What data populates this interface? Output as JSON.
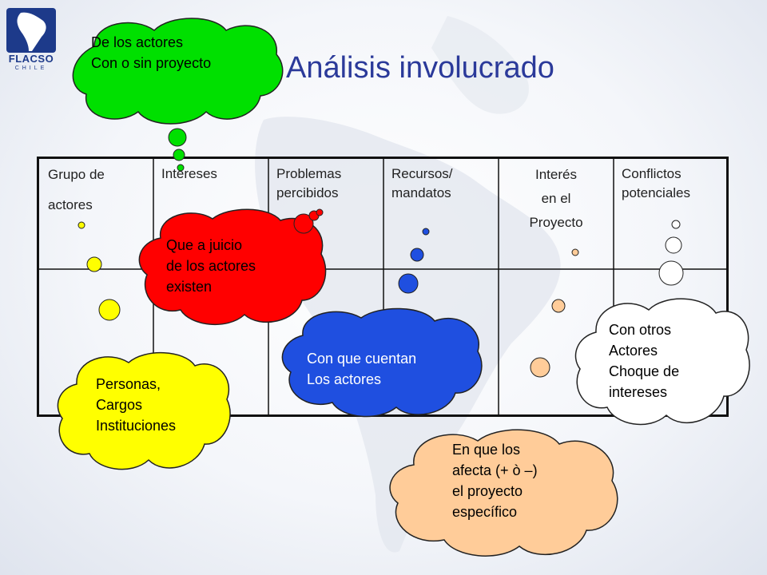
{
  "logo": {
    "name": "FLACSO",
    "sub": "CHILE"
  },
  "title": "Análisis involucrado",
  "table": {
    "headers": [
      {
        "lines": [
          "Grupo de",
          "actores"
        ]
      },
      {
        "lines": [
          "Intereses"
        ]
      },
      {
        "lines": [
          "Problemas",
          "percibidos"
        ]
      },
      {
        "lines": [
          "Recursos/",
          "mandatos"
        ]
      },
      {
        "lines": [
          "Interés",
          "en el",
          "Proyecto"
        ]
      },
      {
        "lines": [
          "Conflictos",
          "potenciales"
        ]
      }
    ]
  },
  "callouts": {
    "green": {
      "lines": [
        "De los actores",
        "Con o sin proyecto"
      ],
      "color": "#00e000"
    },
    "red": {
      "lines": [
        "Que a juicio",
        "de los actores",
        "existen"
      ],
      "color": "#ff0000"
    },
    "yellow": {
      "lines": [
        "Personas,",
        "Cargos",
        "Instituciones"
      ],
      "color": "#ffff00"
    },
    "blue": {
      "lines": [
        "Con que  cuentan",
        "Los actores"
      ],
      "color": "#1f4fe0"
    },
    "peach": {
      "lines": [
        "En que los",
        "afecta (+ ò –)",
        "el proyecto",
        "específico"
      ],
      "color": "#ffcc99"
    },
    "white": {
      "lines": [
        "Con otros",
        "Actores",
        "Choque de",
        "intereses"
      ],
      "color": "#ffffff"
    }
  }
}
